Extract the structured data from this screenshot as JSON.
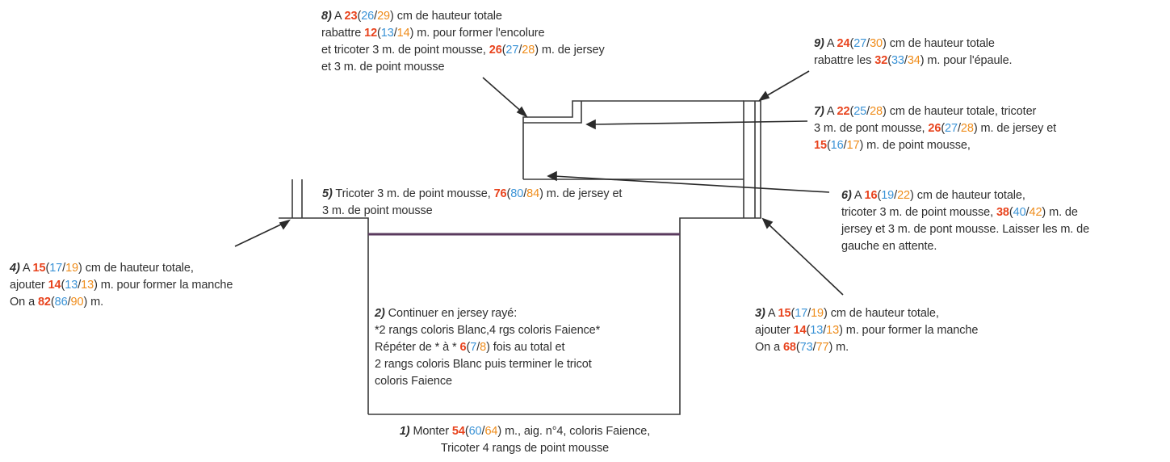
{
  "colors": {
    "size1": "#e8431d",
    "size2": "#3b93d6",
    "size3": "#ef8c1a",
    "outline": "#3a3a3a",
    "stripe": "#5a3a5e",
    "text": "#2f2f2f"
  },
  "steps": {
    "s1": {
      "num": "1)",
      "l1a": "Monter ",
      "v1": "54",
      "p1": "(",
      "v2": "60",
      "sl1": "/",
      "v3": "64",
      "p2": ")",
      "l1b": " m., aig. n°4, coloris Faience,",
      "l2": "Tricoter 4 rangs de point mousse"
    },
    "s2": {
      "num": "2)",
      "l1": " Continuer en jersey rayé:",
      "l2": "*2 rangs coloris Blanc,4 rgs coloris Faience*",
      "l3a": "Répéter de * à * ",
      "v1": "6",
      "p1": "(",
      "v2": "7",
      "sl1": "/",
      "v3": "8",
      "p2": ")",
      "l3b": " fois au total et",
      "l4": "2 rangs coloris Blanc puis terminer le tricot",
      "l5": "coloris Faience"
    },
    "s3": {
      "num": "3)",
      "l1a": " A ",
      "v1": "15",
      "p1": "(",
      "v2": "17",
      "sl1": "/",
      "v3": "19",
      "p2": ")",
      "l1b": " cm de hauteur totale,",
      "l2a": "ajouter ",
      "w1": "14",
      "q1": "(",
      "w2": "13",
      "sl2": "/",
      "w3": "13",
      "q2": ")",
      "l2b": " m. pour former la manche",
      "l3a": "On a  ",
      "x1": "68",
      "r1": "(",
      "x2": "73",
      "sl3": "/",
      "x3": "77",
      "r2": ")",
      "l3b": " m."
    },
    "s4": {
      "num": "4)",
      "l1a": " A ",
      "v1": "15",
      "p1": "(",
      "v2": "17",
      "sl1": "/",
      "v3": "19",
      "p2": ")",
      "l1b": " cm de hauteur totale,",
      "l2a": "ajouter ",
      "w1": "14",
      "q1": "(",
      "w2": "13",
      "sl2": "/",
      "w3": "13",
      "q2": ")",
      "l2b": " m. pour former la manche",
      "l3a": "On a  ",
      "x1": "82",
      "r1": "(",
      "x2": "86",
      "sl3": "/",
      "x3": "90",
      "r2": ")",
      "l3b": " m."
    },
    "s5": {
      "num": "5)",
      "l1a": " Tricoter 3 m. de point mousse, ",
      "v1": "76",
      "p1": "(",
      "v2": "80",
      "sl1": "/",
      "v3": "84",
      "p2": ")",
      "l1b": " m. de jersey et",
      "l2": "3 m. de point mousse"
    },
    "s6": {
      "num": "6)",
      "l1a": " A ",
      "v1": "16",
      "p1": "(",
      "v2": "19",
      "sl1": "/",
      "v3": "22",
      "p2": ")",
      "l1b": " cm de hauteur totale,",
      "l2a": "tricoter 3 m. de point mousse, ",
      "w1": "38",
      "q1": "(",
      "w2": "40",
      "sl2": "/",
      "w3": "42",
      "q2": ")",
      "l2b": " m. de",
      "l3": "jersey et 3 m. de pont mousse. Laisser les m. de",
      "l4": "gauche en attente."
    },
    "s7": {
      "num": "7)",
      "l1a": " A ",
      "v1": "22",
      "p1": "(",
      "v2": "25",
      "sl1": "/",
      "v3": "28",
      "p2": ")",
      "l1b": " cm de hauteur totale, tricoter",
      "l2a": "3 m. de pont mousse, ",
      "w1": "26",
      "q1": "(",
      "w2": "27",
      "sl2": "/",
      "w3": "28",
      "q2": ")",
      "l2b": " m. de jersey et",
      "x1": "15",
      "r1": "(",
      "x2": "16",
      "sl3": "/",
      "x3": "17",
      "r2": ")",
      "l3b": " m. de point mousse,"
    },
    "s8": {
      "num": "8)",
      "l1a": " A ",
      "v1": "23",
      "p1": "(",
      "v2": "26",
      "sl1": "/",
      "v3": "29",
      "p2": ")",
      "l1b": " cm de hauteur totale",
      "l2a": "rabattre ",
      "w1": "12",
      "q1": "(",
      "w2": "13",
      "sl2": "/",
      "w3": "14",
      "q2": ")",
      "l2b": " m. pour former l'encolure",
      "l3a": "et tricoter 3 m. de point mousse, ",
      "x1": "26",
      "r1": "(",
      "x2": "27",
      "sl3": "/",
      "x3": "28",
      "r2": ")",
      "l3b": " m. de jersey",
      "l4": "et 3 m. de point mousse"
    },
    "s9": {
      "num": "9)",
      "l1a": " A ",
      "v1": "24",
      "p1": "(",
      "v2": "27",
      "sl1": "/",
      "v3": "30",
      "p2": ")",
      "l1b": " cm de hauteur totale",
      "l2a": "rabattre les ",
      "w1": "32",
      "q1": "(",
      "w2": "33",
      "sl2": "/",
      "w3": "34",
      "q2": ")",
      "l2b": " m. pour l'épaule."
    }
  }
}
